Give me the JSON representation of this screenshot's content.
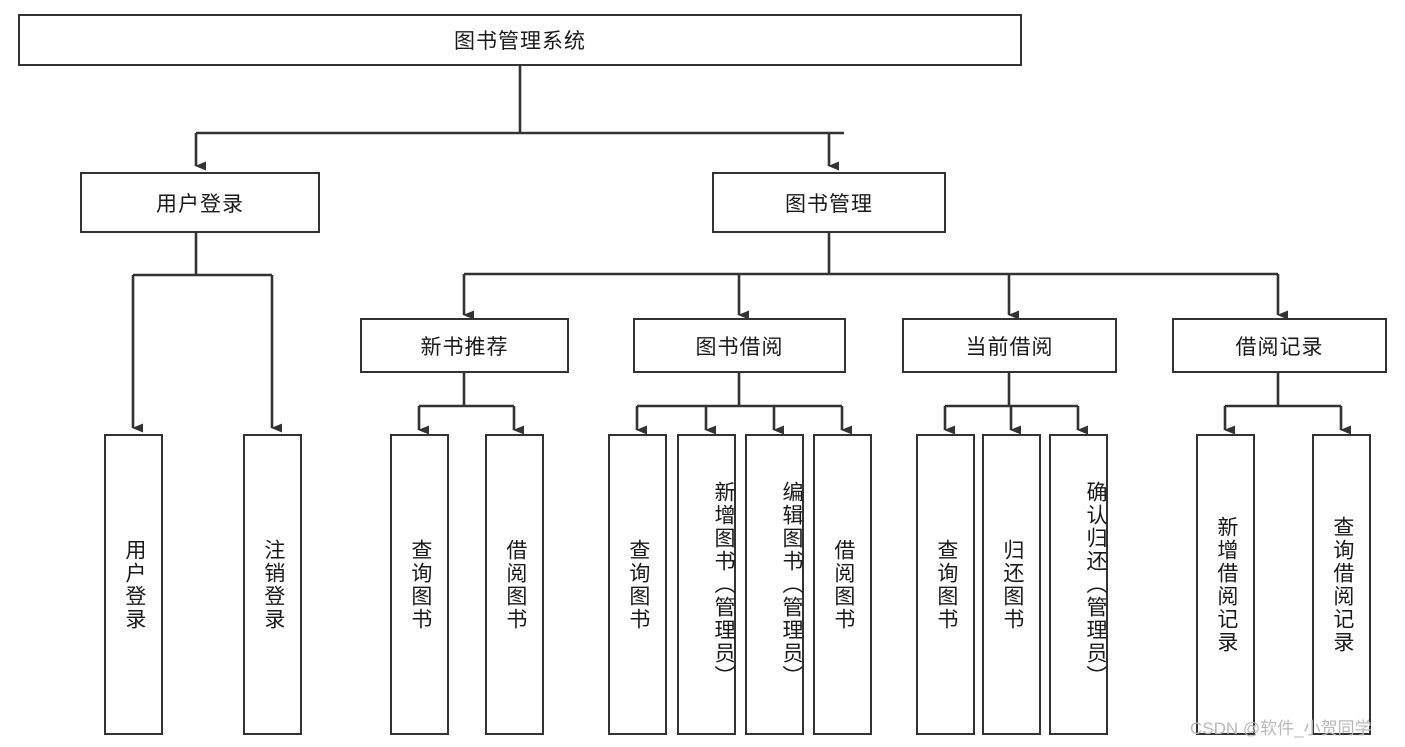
{
  "diagram": {
    "title": "图书管理系统",
    "type": "tree-hierarchy",
    "watermark": "CSDN @软件_小贺同学",
    "nodes": {
      "root": {
        "label": "图书管理系统"
      },
      "level2": [
        {
          "id": "user-login",
          "label": "用户登录"
        },
        {
          "id": "book-manage",
          "label": "图书管理"
        }
      ],
      "level3": [
        {
          "id": "new-book-recommend",
          "label": "新书推荐"
        },
        {
          "id": "book-borrow",
          "label": "图书借阅"
        },
        {
          "id": "current-borrow",
          "label": "当前借阅"
        },
        {
          "id": "borrow-record",
          "label": "借阅记录"
        }
      ],
      "leaves": {
        "user-login": [
          {
            "id": "leaf-user-login",
            "label": "用户登录"
          },
          {
            "id": "leaf-logout-login",
            "label": "注销登录"
          }
        ],
        "new-book-recommend": [
          {
            "id": "leaf-query-book-1",
            "label": "查询图书"
          },
          {
            "id": "leaf-borrow-book-1",
            "label": "借阅图书"
          }
        ],
        "book-borrow": [
          {
            "id": "leaf-query-book-2",
            "label": "查询图书"
          },
          {
            "id": "leaf-add-book-admin",
            "label": "新增图书（管理员）"
          },
          {
            "id": "leaf-edit-book-admin",
            "label": "编辑图书（管理员）"
          },
          {
            "id": "leaf-borrow-book-2",
            "label": "借阅图书"
          }
        ],
        "current-borrow": [
          {
            "id": "leaf-query-book-3",
            "label": "查询图书"
          },
          {
            "id": "leaf-return-book",
            "label": "归还图书"
          },
          {
            "id": "leaf-confirm-return-admin",
            "label": "确认归还（管理员）"
          }
        ],
        "borrow-record": [
          {
            "id": "leaf-add-borrow-record",
            "label": "新增借阅记录"
          },
          {
            "id": "leaf-query-borrow-record",
            "label": "查询借阅记录"
          }
        ]
      }
    },
    "colors": {
      "border": "#333333",
      "background": "#ffffff",
      "text": "#1a1a1a",
      "watermark": "#b9b9b9"
    }
  }
}
